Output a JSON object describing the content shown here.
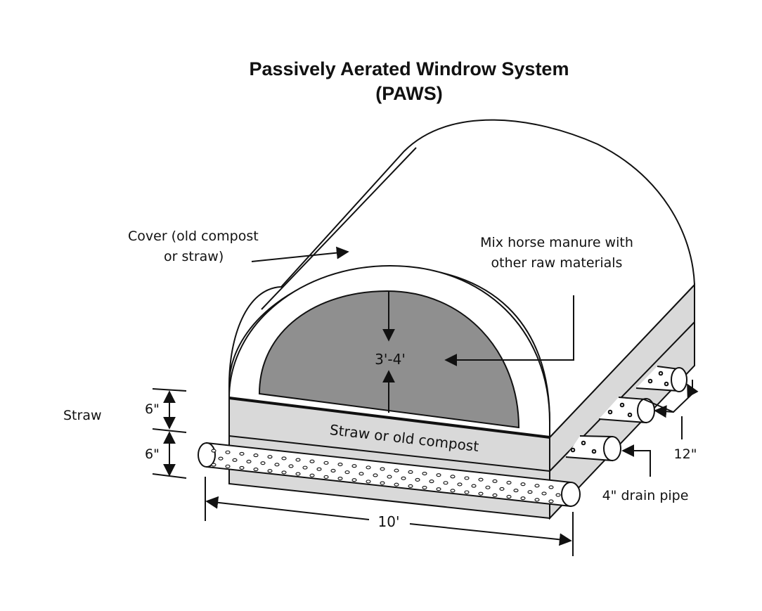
{
  "title": {
    "line1": "Passively Aerated Windrow System",
    "line2": "(PAWS)"
  },
  "labels": {
    "cover_line1": "Cover (old compost",
    "cover_line2": "or straw)",
    "mix_line1": "Mix horse manure with",
    "mix_line2": "other raw materials",
    "height": "3'-4'",
    "straw_layer": "Straw or old compost",
    "straw_side": "Straw",
    "six_upper": "6\"",
    "six_lower": "6\"",
    "spacing": "12\"",
    "drain_pipe": "4\" drain pipe",
    "width": "10'"
  },
  "colors": {
    "core": "#8f8f8f",
    "layer": "#d9d9d9",
    "line": "#111111",
    "background": "#ffffff"
  }
}
